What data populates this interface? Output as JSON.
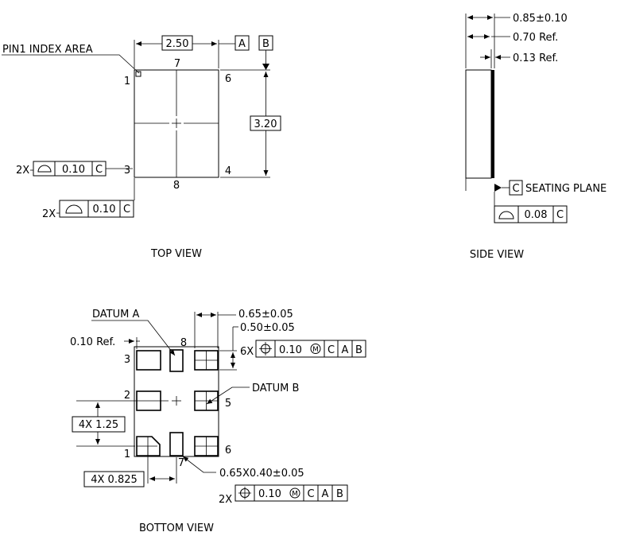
{
  "top_view": {
    "caption": "TOP VIEW",
    "pin1_label": "PIN1 INDEX AREA",
    "dim_width": "2.50",
    "dim_height": "3.20",
    "datum_a": "A",
    "datum_b": "B",
    "pins": {
      "p1": "1",
      "p3": "3",
      "p4": "4",
      "p6": "6",
      "p7": "7",
      "p8": "8"
    },
    "fcf_upper": {
      "count": "2X",
      "tolerance": "0.10",
      "datum": "C"
    },
    "fcf_lower": {
      "count": "2X",
      "tolerance": "0.10",
      "datum": "C"
    }
  },
  "side_view": {
    "caption": "SIDE VIEW",
    "dim_total": "0.85±0.10",
    "dim_body": "0.70  Ref.",
    "dim_lid": "0.13  Ref.",
    "datum_c": "C",
    "seating_plane": "SEATING  PLANE",
    "fcf": {
      "tolerance": "0.08",
      "datum": "C"
    }
  },
  "bottom_view": {
    "caption": "BOTTOM  VIEW",
    "datum_a_label": "DATUM  A",
    "datum_b_label": "DATUM  B",
    "ref": "0.10  Ref.",
    "dim_pad_w": "0.65±0.05",
    "dim_pad_h": "0.50±0.05",
    "dim_pitch_v": "4X  1.25",
    "dim_pitch_h": "4X  0.825",
    "dim_center_pad": "0.65X0.40±0.05",
    "pins": {
      "p1": "1",
      "p2": "2",
      "p3": "3",
      "p5": "5",
      "p6": "6",
      "p7": "7",
      "p8": "8"
    },
    "fcf_pads": {
      "count": "6X",
      "tolerance": "0.10",
      "modifier": "M",
      "datum1": "C",
      "datum2": "A",
      "datum3": "B"
    },
    "fcf_center": {
      "count": "2X",
      "tolerance": "0.10",
      "modifier": "M",
      "datum1": "C",
      "datum2": "A",
      "datum3": "B"
    }
  }
}
